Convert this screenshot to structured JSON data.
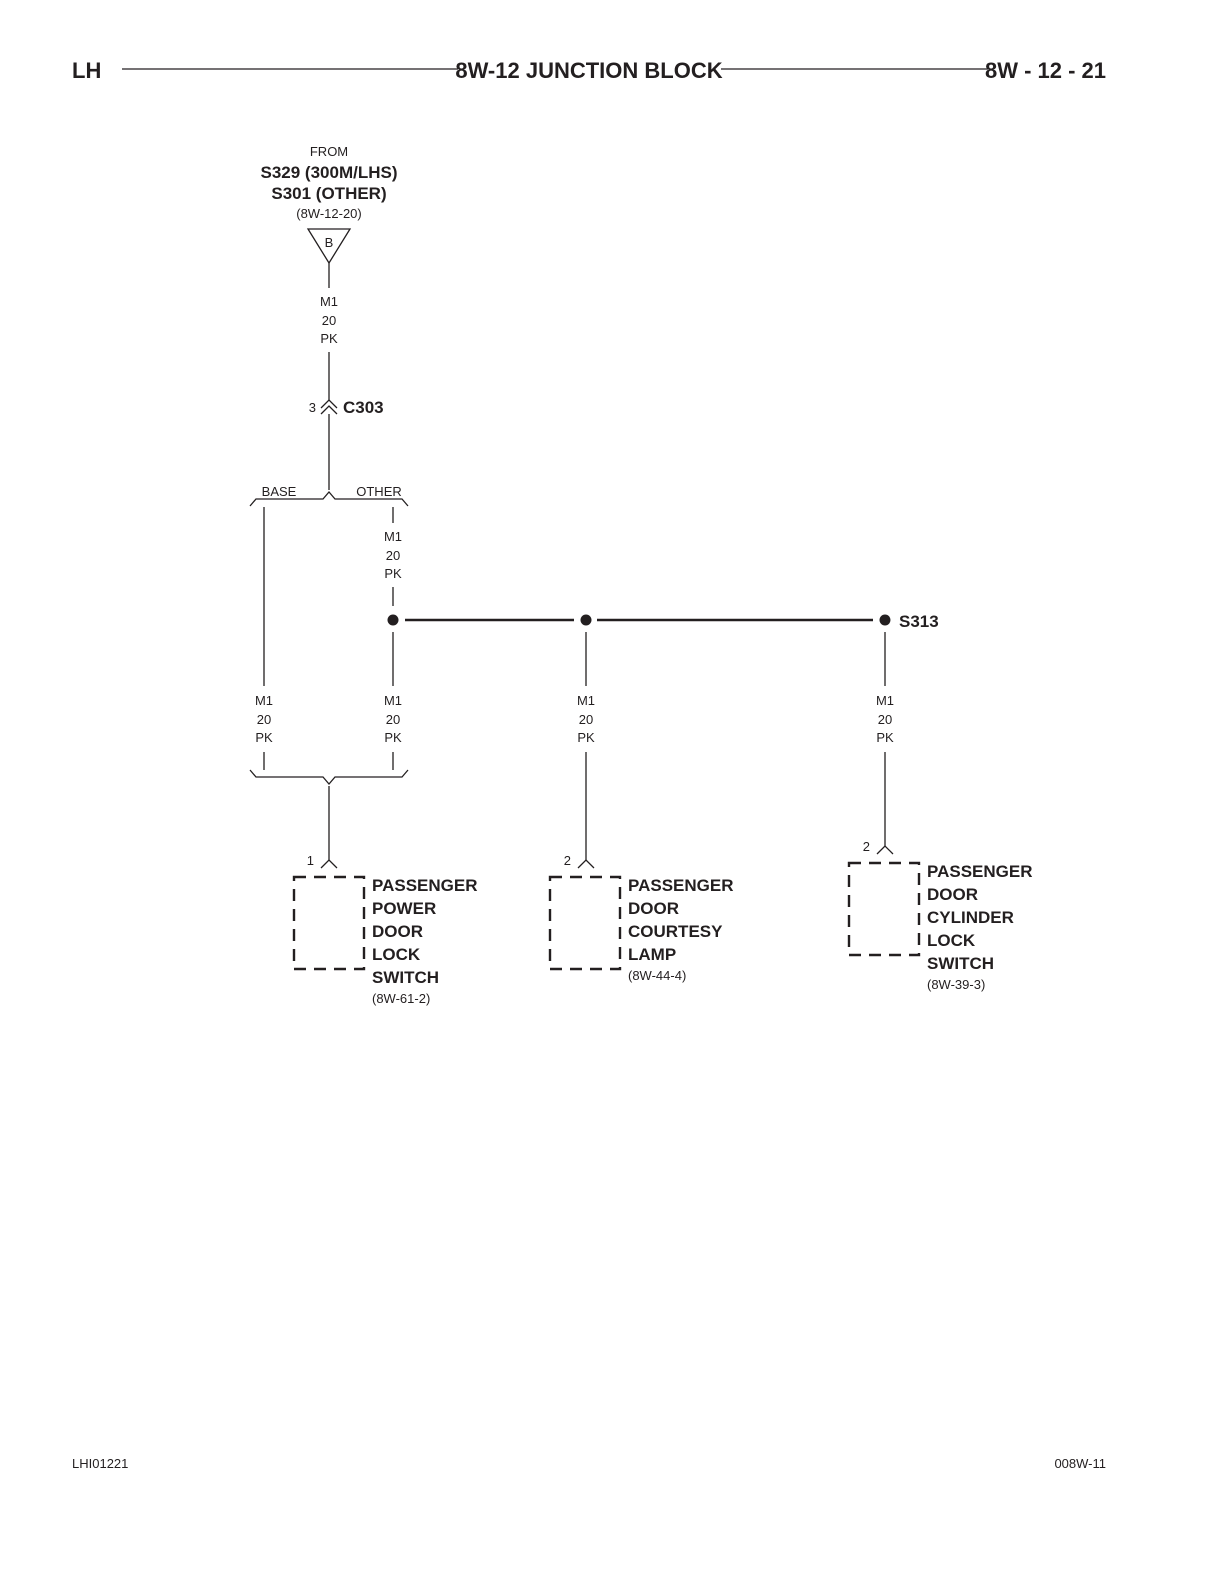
{
  "header": {
    "left": "LH",
    "title": "8W-12 JUNCTION BLOCK",
    "page": "8W - 12 - 21"
  },
  "footer": {
    "left_code": "LHI01221",
    "right_code": "008W-11"
  },
  "source": {
    "from": "FROM",
    "line1": "S329 (300M/LHS)",
    "line2": "S301 (OTHER)",
    "ref": "(8W-12-20)",
    "connector_letter": "B"
  },
  "wire_label": {
    "circuit": "M1",
    "gauge": "20",
    "color": "PK"
  },
  "connector_c303": {
    "pin": "3",
    "name": "C303"
  },
  "split": {
    "base": "BASE",
    "other": "OTHER"
  },
  "splice": {
    "name": "S313"
  },
  "components": [
    {
      "pin": "1",
      "lines": [
        "PASSENGER",
        "POWER",
        "DOOR",
        "LOCK",
        "SWITCH"
      ],
      "ref": "(8W-61-2)"
    },
    {
      "pin": "2",
      "lines": [
        "PASSENGER",
        "DOOR",
        "COURTESY",
        "LAMP"
      ],
      "ref": "(8W-44-4)"
    },
    {
      "pin": "2",
      "lines": [
        "PASSENGER",
        "DOOR",
        "CYLINDER",
        "LOCK",
        "SWITCH"
      ],
      "ref": "(8W-39-3)"
    }
  ]
}
